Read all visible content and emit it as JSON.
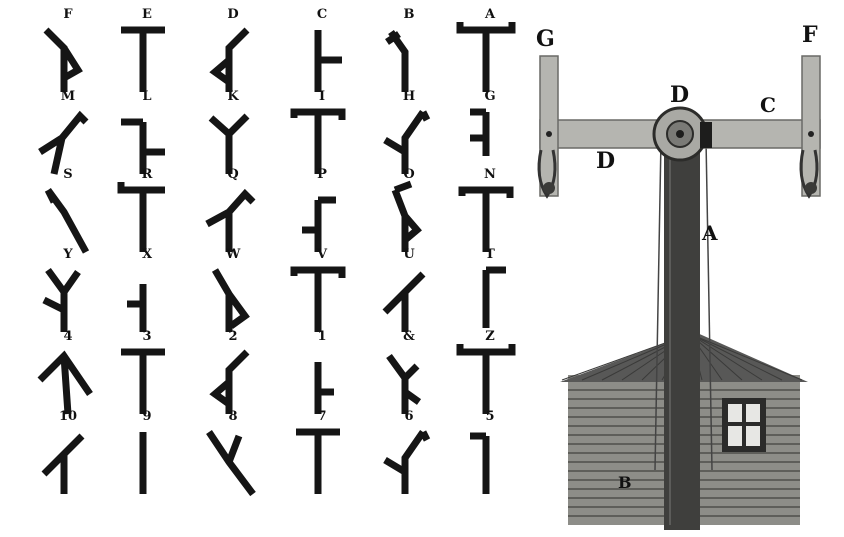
{
  "symbols": [
    {
      "label": "F",
      "arm": "down-right-v"
    },
    {
      "label": "E",
      "arm": "bar"
    },
    {
      "label": "D",
      "arm": "down-left-v"
    },
    {
      "label": "C",
      "arm": "right-bottom"
    },
    {
      "label": "B",
      "arm": "up-left"
    },
    {
      "label": "A",
      "arm": "bar-hooks"
    },
    {
      "label": "M",
      "arm": "up-right-hook"
    },
    {
      "label": "L",
      "arm": "down-right"
    },
    {
      "label": "K",
      "arm": "up-both"
    },
    {
      "label": "I",
      "arm": "bar-hook-right"
    },
    {
      "label": "H",
      "arm": "up-right-v"
    },
    {
      "label": "G",
      "arm": "right-two"
    },
    {
      "label": "S",
      "arm": "up-left-v"
    },
    {
      "label": "R",
      "arm": "bar-hook-left"
    },
    {
      "label": "Q",
      "arm": "up-both-v"
    },
    {
      "label": "P",
      "arm": "left-down-right"
    },
    {
      "label": "O",
      "arm": "up-left-v-down"
    },
    {
      "label": "N",
      "arm": "bar-hook-right"
    },
    {
      "label": "Y",
      "arm": "up-left-v-left"
    },
    {
      "label": "X",
      "arm": "left-mid"
    },
    {
      "label": "W",
      "arm": "up-left-down-right"
    },
    {
      "label": "V",
      "arm": "bar-hook-right"
    },
    {
      "label": "U",
      "arm": "up-right-left"
    },
    {
      "label": "T",
      "arm": "right-top"
    },
    {
      "label": "4",
      "arm": "up-both-wide"
    },
    {
      "label": "3",
      "arm": "bar"
    },
    {
      "label": "2",
      "arm": "down-left-v"
    },
    {
      "label": "1",
      "arm": "right-mid"
    },
    {
      "label": "&",
      "arm": "up-left-v-right"
    },
    {
      "label": "Z",
      "arm": "bar-hooks"
    },
    {
      "label": "10",
      "arm": "up-right-left"
    },
    {
      "label": "9",
      "arm": "plain"
    },
    {
      "label": "8",
      "arm": "up-left-long"
    },
    {
      "label": "7",
      "arm": "bar"
    },
    {
      "label": "6",
      "arm": "up-right-v"
    },
    {
      "label": "5",
      "arm": "right-top-short"
    }
  ],
  "telegraph": {
    "labels": {
      "left_end": "G",
      "right_end": "F",
      "pivot": "D",
      "right_arm": "C",
      "left_arm": "D",
      "post": "A",
      "hut": "B"
    },
    "colors": {
      "arm": "#b5b5b0",
      "post": "#3f3f3d",
      "roof": "#585857",
      "wall": "#8d8d88",
      "ink": "#151515"
    }
  }
}
